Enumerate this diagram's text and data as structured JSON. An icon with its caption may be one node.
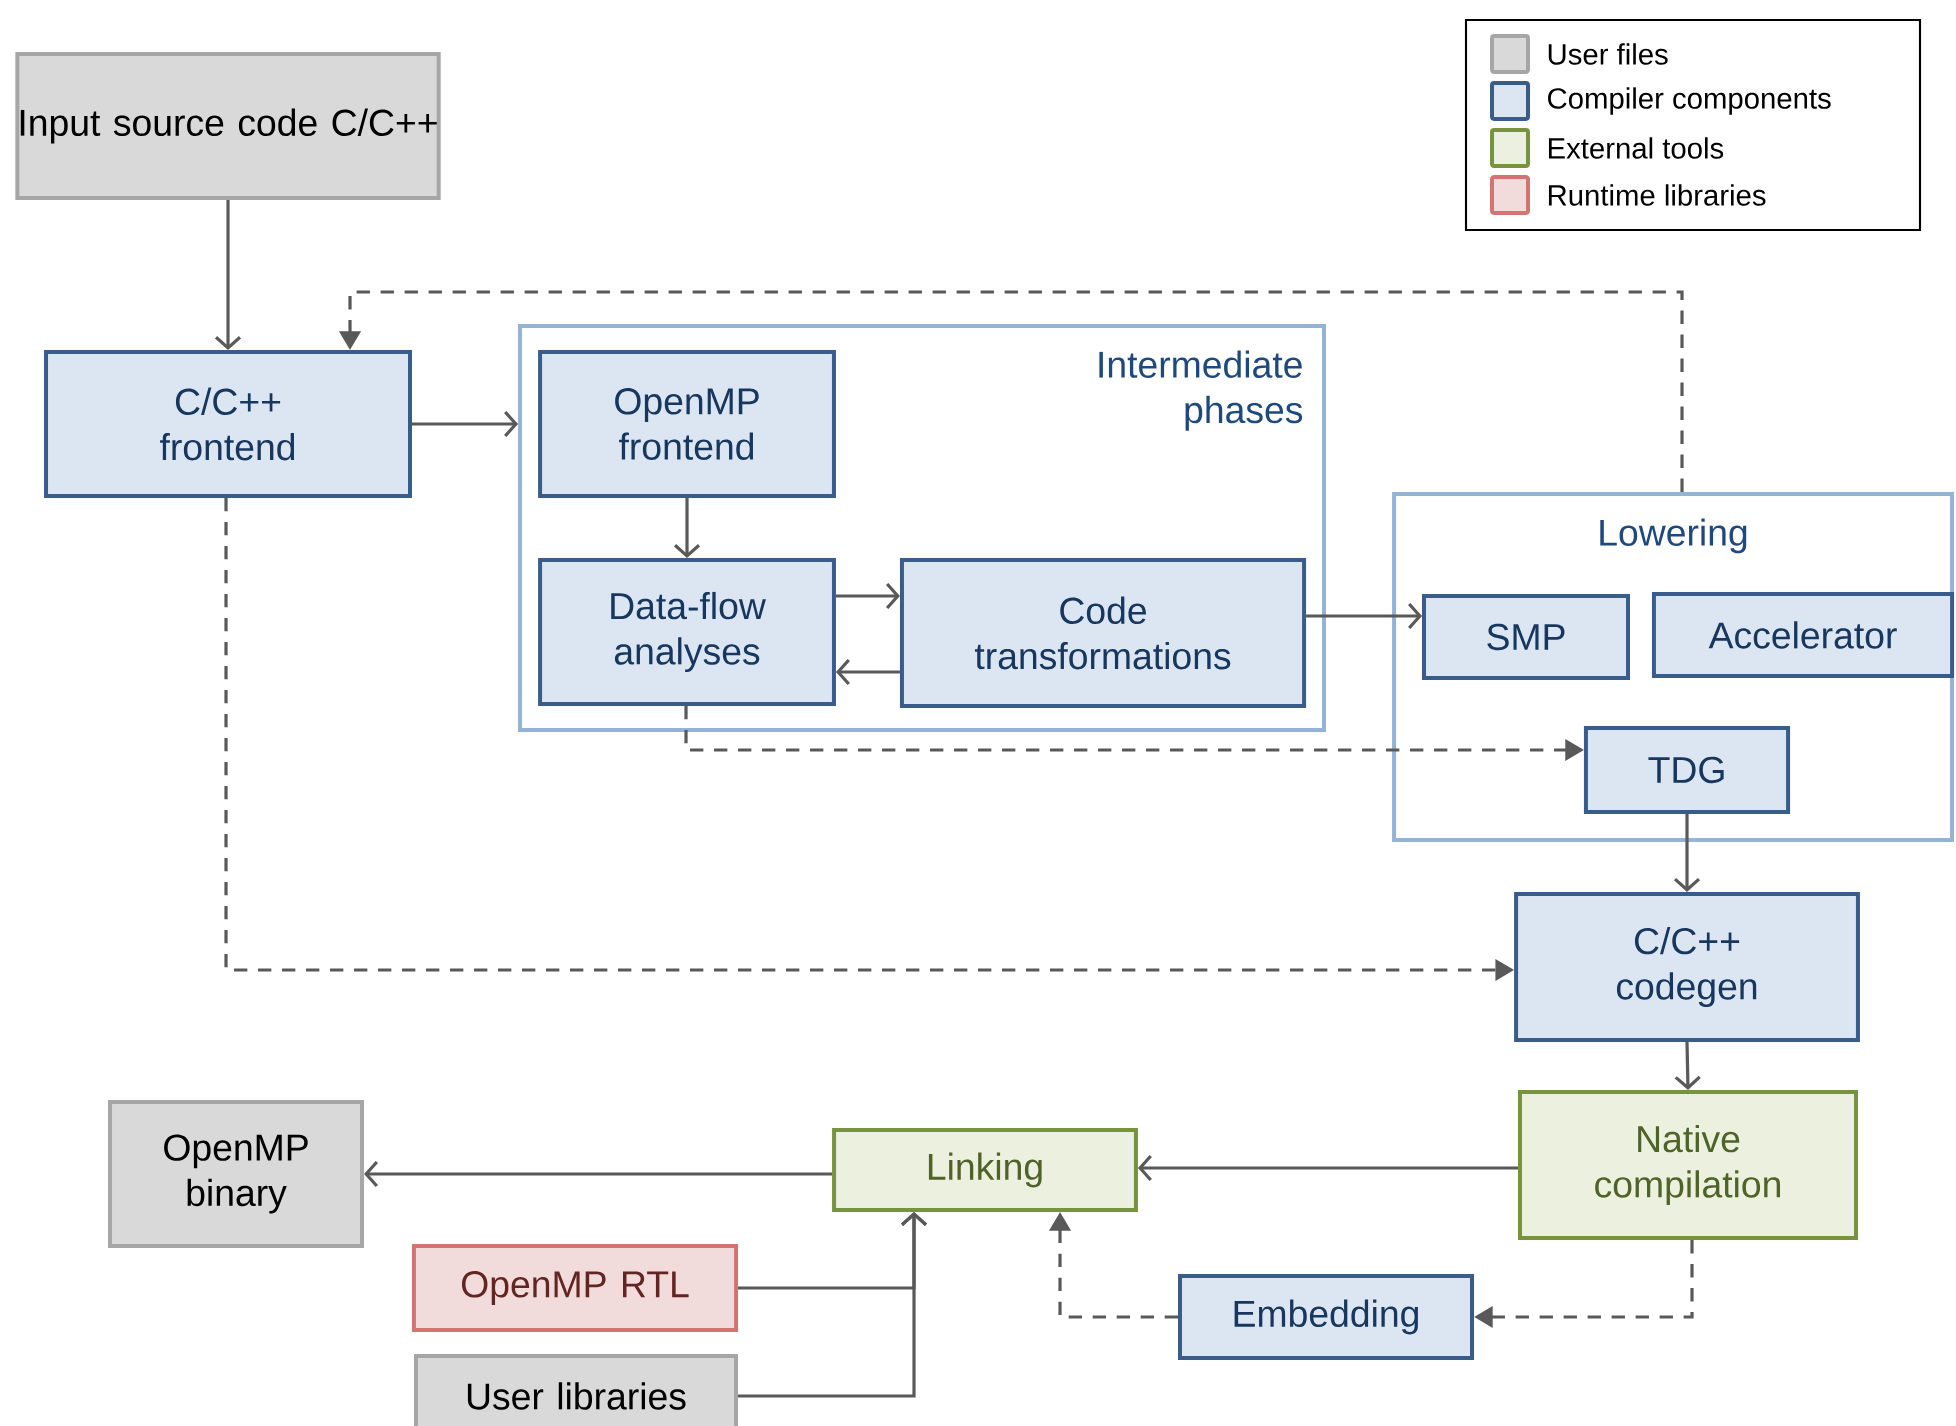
{
  "diagram": {
    "nodes": [
      {
        "text": [
          "Input source code C/C++"
        ]
      },
      {
        "text": [
          "C/C++ frontend"
        ]
      },
      {
        "text": [
          "Intermediate phases"
        ]
      },
      {
        "text": [
          "OpenMP frontend"
        ],
        "in": 2
      },
      {
        "text": [
          "Data-flow analyses"
        ],
        "in": 2
      },
      {
        "text": [
          "Code transformations"
        ],
        "in": 2
      },
      {
        "text": [
          "Lowering"
        ]
      },
      {
        "text": [
          "SMP"
        ],
        "in": 6
      },
      {
        "text": [
          "Accelerator"
        ],
        "in": 6
      },
      {
        "text": [
          "TDG"
        ],
        "in": 6
      },
      {
        "text": [
          "C/C++ codegen"
        ]
      },
      {
        "text": [
          "Native compilation"
        ]
      },
      {
        "text": [
          "Linking"
        ]
      },
      {
        "text": [
          "OpenMP binary"
        ]
      },
      {
        "text": [
          "OpenMP RTL"
        ]
      },
      {
        "text": [
          "User libraries"
        ]
      },
      {
        "text": [
          "Embedding"
        ]
      }
    ],
    "edges": [
      {
        "from": 0,
        "to": 1,
        "arrow": "to"
      },
      {
        "from": 1,
        "to": 2,
        "arrow": "to"
      },
      {
        "from": 3,
        "to": 4,
        "arrow": "to"
      },
      {
        "from": 4,
        "to": 5,
        "arrow": "to"
      },
      {
        "from": 5,
        "to": 4,
        "arrow": "to"
      },
      {
        "from": 5,
        "to": 7,
        "arrow": "to"
      },
      {
        "from": 6,
        "to": 1,
        "arrow": "to",
        "style": "dashed"
      },
      {
        "from": 4,
        "to": 9,
        "arrow": "to",
        "style": "dashed"
      },
      {
        "from": 1,
        "to": 10,
        "arrow": "to",
        "style": "dashed"
      },
      {
        "from": 9,
        "to": 10,
        "arrow": "to"
      },
      {
        "from": 10,
        "to": 11,
        "arrow": "to"
      },
      {
        "from": 11,
        "to": 12,
        "arrow": "to"
      },
      {
        "from": 12,
        "to": 13,
        "arrow": "to"
      },
      {
        "from": 14,
        "to": 12,
        "arrow": "to"
      },
      {
        "from": 15,
        "to": 12,
        "arrow": "to"
      },
      {
        "from": 11,
        "to": 16,
        "arrow": "to",
        "style": "dashed"
      },
      {
        "from": 16,
        "to": 12,
        "arrow": "to",
        "style": "dashed"
      }
    ],
    "legend": [
      {
        "text": "User files",
        "color": "#d9d9d9"
      },
      {
        "text": "Compiler components",
        "color": "#dce6f2"
      },
      {
        "text": "External tools",
        "color": "#ebf1de"
      },
      {
        "text": "Runtime libraries",
        "color": "#f2dcdb"
      }
    ]
  }
}
